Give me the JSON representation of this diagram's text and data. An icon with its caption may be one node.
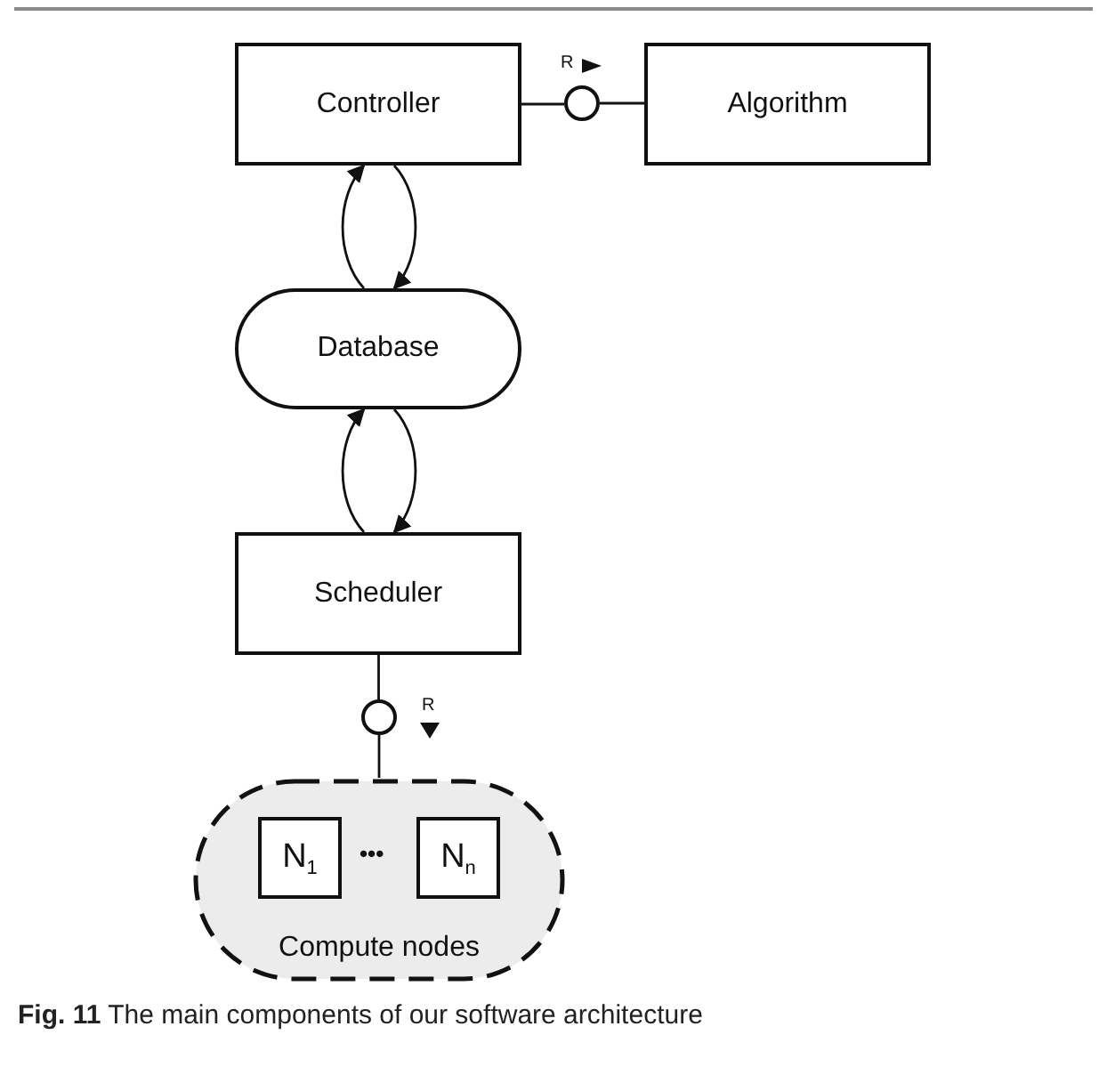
{
  "diagram": {
    "caption": "**Fig. 11** The main components of our software architecture",
    "nodes": [
      {
        "text": [
          "Controller"
        ]
      },
      {
        "text": [],
        "shape": "circle"
      },
      {
        "text": [
          "Algorithm"
        ]
      },
      {
        "text": [
          "Database"
        ]
      },
      {
        "text": [
          "Scheduler"
        ]
      },
      {
        "text": [],
        "shape": "circle"
      },
      {
        "text": [
          "Compute nodes"
        ]
      },
      {
        "text": [
          "N$_{1}$"
        ],
        "in": 6
      },
      {
        "text": [
          "N$_{n}$"
        ],
        "in": 6
      }
    ],
    "edges": [
      {
        "from": 0,
        "to": 1,
        "arrow": "none"
      },
      {
        "from": 1,
        "to": 2,
        "arrow": "none"
      },
      {
        "from": 3,
        "to": 0,
        "arrow": "to"
      },
      {
        "from": 0,
        "to": 3,
        "arrow": "to"
      },
      {
        "from": 4,
        "to": 3,
        "arrow": "to"
      },
      {
        "from": 3,
        "to": 4,
        "arrow": "to"
      },
      {
        "from": 4,
        "to": 5,
        "arrow": "none"
      },
      {
        "from": 5,
        "to": 6,
        "arrow": "none"
      }
    ],
    "labels": [
      "R",
      "R",
      "•••"
    ]
  }
}
